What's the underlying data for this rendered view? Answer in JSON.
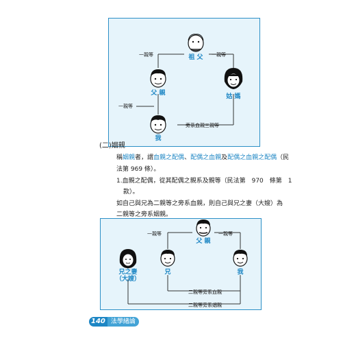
{
  "diagram1": {
    "grandfather_label": "祖  父",
    "father_label": "父  親",
    "aunt_label": "姑  媽",
    "me_label": "我",
    "rel_left_top": "一親等",
    "rel_right_top": "一親等",
    "rel_left_bottom": "一親等",
    "rel_bottom_right": "旁系血親三親等"
  },
  "section": {
    "heading": "(二)姻親",
    "intro_line1_a": "稱",
    "intro_line1_b": "姻親",
    "intro_line1_c": "者，謂",
    "intro_line1_d": "血親之配偶",
    "intro_line1_e": "、",
    "intro_line1_f": "配偶之血親",
    "intro_line1_g": "及",
    "intro_line1_h": "配偶之血親之配偶",
    "intro_line1_i": "（民",
    "intro_line2": "法第 969 條）。",
    "item1_line1": "1.血親之配偶，從其配偶之親系及親等（民法第　970　條第　1",
    "item1_line2": "款）。",
    "example_line1": "如自己與兄為二親等之旁系血親，則自己與兄之妻（大嫂）為",
    "example_line2": "二親等之旁系姻親。"
  },
  "diagram2": {
    "father_label": "父  親",
    "brother_label": "兄",
    "me_label": "我",
    "sister_in_law_label": "兄之妻",
    "sister_in_law_sub": "（大嫂）",
    "rel_left_top": "一親等",
    "rel_right_top": "一親等",
    "rel_blood": "二親等旁系血親",
    "rel_inlaw": "二親等旁系姻親"
  },
  "footer": {
    "page_number": "140",
    "book_title": "法學緒論"
  }
}
